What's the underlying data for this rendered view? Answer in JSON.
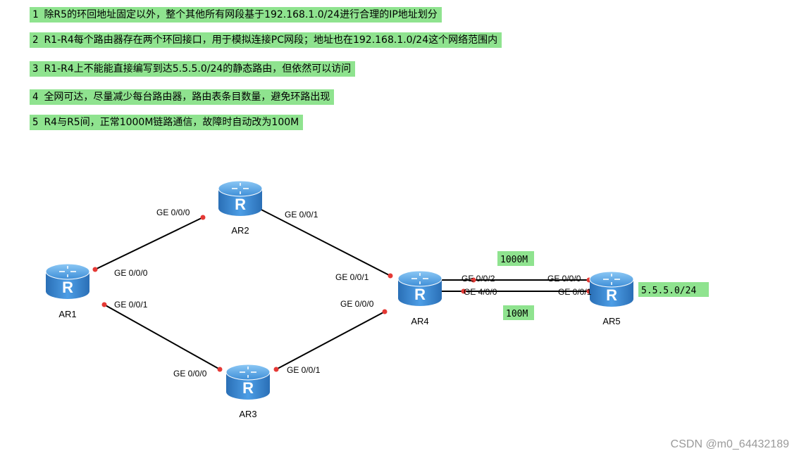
{
  "requirements": [
    {
      "num": "1",
      "text": "除R5的环回地址固定以外，整个其他所有网段基于192.168.1.0/24进行合理的IP地址划分"
    },
    {
      "num": "2",
      "text": "R1-R4每个路由器存在两个环回接口，用于模拟连接PC网段；地址也在192.168.1.0/24这个网络范围内"
    },
    {
      "num": "3",
      "text": "R1-R4上不能能直接编写到达5.5.5.0/24的静态路由，但依然可以访问"
    },
    {
      "num": "4",
      "text": "全网可达，尽量减少每台路由器，路由表条目数量，避免环路出现"
    },
    {
      "num": "5",
      "text": "R4与R5间，正常1000M链路通信，故障时自动改为100M"
    }
  ],
  "routers": {
    "ar1": "AR1",
    "ar2": "AR2",
    "ar3": "AR3",
    "ar4": "AR4",
    "ar5": "AR5"
  },
  "interfaces": {
    "ar2_left": "GE 0/0/0",
    "ar2_right": "GE 0/0/1",
    "ar1_top": "GE 0/0/0",
    "ar1_bottom": "GE 0/0/1",
    "ar3_left": "GE 0/0/0",
    "ar3_right": "GE 0/0/1",
    "ar4_top": "GE 0/0/1",
    "ar4_bottom": "GE 0/0/0",
    "ar4_link1": "GE 0/0/2",
    "ar4_link2": "GE 4/0/0",
    "ar5_link1": "GE 0/0/0",
    "ar5_link2": "GE 0/0/1"
  },
  "badges": {
    "link_1000": "1000M",
    "link_100": "100M",
    "ar5_network": "5.5.5.0/24"
  },
  "watermark": "CSDN @m0_64432189",
  "colors": {
    "highlight": "#8fe38f",
    "router_body": "#3f8fd8",
    "link": "#000000",
    "port_dot": "#e53935"
  }
}
